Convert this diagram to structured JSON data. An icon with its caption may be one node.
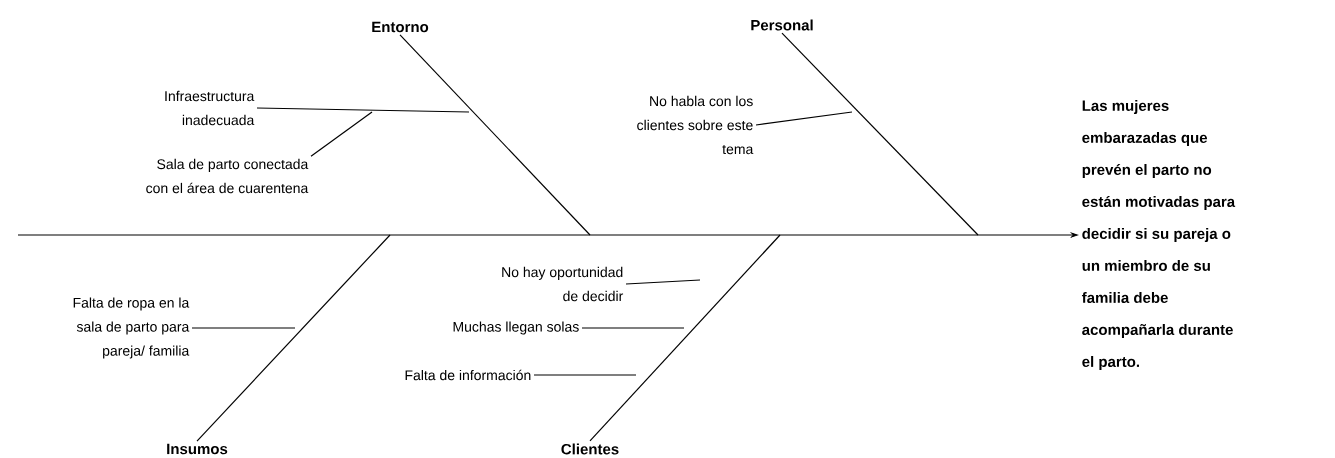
{
  "diagram": {
    "nodes": [
      {
        "text": [
          "Entorno"
        ]
      },
      {
        "text": [
          "Personal"
        ]
      },
      {
        "text": [
          "Infraestructura inadecuada"
        ]
      },
      {
        "text": [
          "Sala de parto conectada con el área de cuarentena"
        ]
      },
      {
        "text": [
          "No habla con los clientes sobre este tema"
        ]
      },
      {
        "text": [
          "Las mujeres embarazadas que prevén el parto no están motivadas para decidir si su pareja o un miembro de su familia debe acompañarla durante el parto."
        ]
      },
      {
        "text": [
          "No hay oportunidad de decidir"
        ]
      },
      {
        "text": [
          "Falta de ropa en la sala de parto para pareja/ familia"
        ]
      },
      {
        "text": [
          "Muchas llegan solas"
        ]
      },
      {
        "text": [
          "Falta de información"
        ]
      },
      {
        "text": [
          "Insumos"
        ]
      },
      {
        "text": [
          "Clientes"
        ]
      }
    ],
    "edges": [
      {
        "from": 0,
        "to": null,
        "arrow": "none"
      },
      {
        "from": 1,
        "to": null,
        "arrow": "none"
      },
      {
        "from": 10,
        "to": null,
        "arrow": "none"
      },
      {
        "from": 11,
        "to": null,
        "arrow": "none"
      },
      {
        "from": null,
        "to": 5,
        "arrow": "to"
      },
      {
        "from": 2,
        "to": null,
        "arrow": "none"
      },
      {
        "from": 3,
        "to": null,
        "arrow": "none"
      },
      {
        "from": 4,
        "to": null,
        "arrow": "none"
      },
      {
        "from": 7,
        "to": null,
        "arrow": "none"
      },
      {
        "from": 6,
        "to": null,
        "arrow": "none"
      },
      {
        "from": 8,
        "to": null,
        "arrow": "none"
      },
      {
        "from": 9,
        "to": null,
        "arrow": "none"
      }
    ]
  }
}
